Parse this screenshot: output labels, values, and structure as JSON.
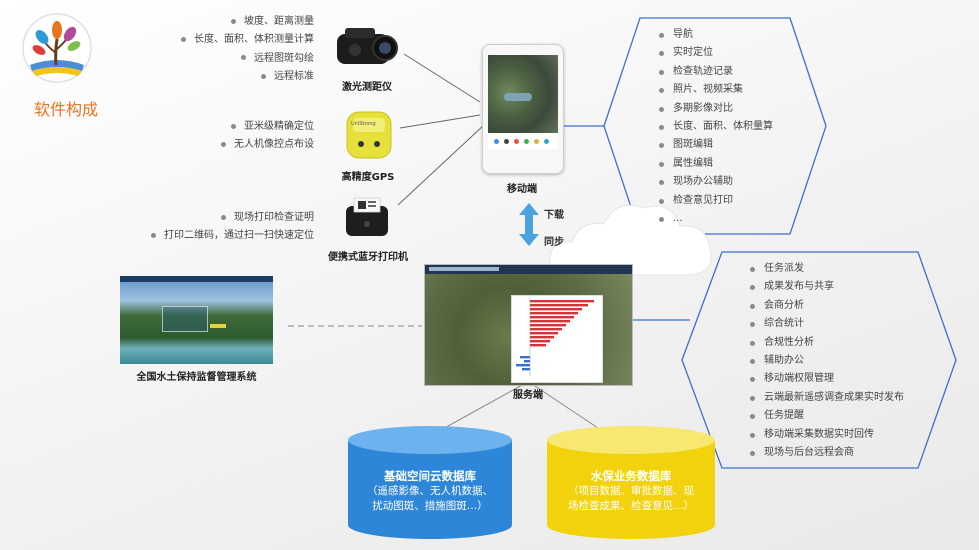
{
  "header": {
    "title": "软件构成"
  },
  "devices": {
    "rangefinder": {
      "label": "激光测距仪",
      "features": [
        "坡度、距离测量",
        "长度、面积、体积测量计算",
        "远程图斑勾绘",
        "远程标准"
      ]
    },
    "gps": {
      "label": "高精度GPS",
      "brand": "UniStrong",
      "features": [
        "亚米级精确定位",
        "无人机像控点布设"
      ]
    },
    "printer": {
      "label": "便携式蓝牙打印机",
      "features": [
        "现场打印检查证明",
        "打印二维码，通过扫一扫快速定位"
      ]
    }
  },
  "mobile": {
    "label": "移动端",
    "features": [
      "导航",
      "实时定位",
      "检查轨迹记录",
      "照片、视频采集",
      "多期影像对比",
      "长度、面积、体积量算",
      "图斑编辑",
      "属性编辑",
      "现场办公辅助",
      "检查意见打印",
      "..."
    ]
  },
  "sync": {
    "download": "下载",
    "sync": "同步"
  },
  "server": {
    "label": "服务端",
    "features": [
      "任务派发",
      "成果发布与共享",
      "会商分析",
      "综合统计",
      "合规性分析",
      "辅助办公",
      "移动端权限管理",
      "云端最新遥感调查成果实时发布",
      "任务提醒",
      "移动端采集数据实时回传",
      "现场与后台远程会商"
    ]
  },
  "portal": {
    "label": "全国水土保持监督管理系统"
  },
  "databases": {
    "spatial": {
      "title": "基础空间云数据库",
      "lines": [
        "（遥感影像、无人机数据、",
        "扰动图斑、措施图斑…）"
      ]
    },
    "business": {
      "title": "水保业务数据库",
      "lines": [
        "（项目数据、审批数据、现",
        "场检查成果、检查意见…）"
      ]
    }
  },
  "colors": {
    "accent": "#e8741e",
    "hexagon": "#3d6fd1",
    "db_blue": "#2e86d9",
    "db_yellow": "#f2d20c",
    "arrow": "#4aa3df"
  }
}
